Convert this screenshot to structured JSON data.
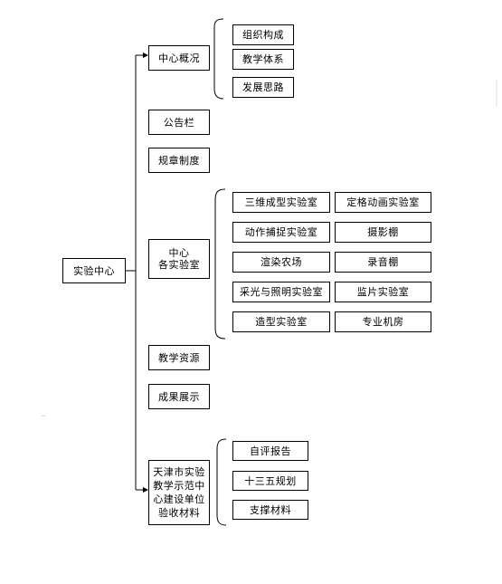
{
  "root": {
    "label": "实验中心"
  },
  "branches": {
    "overview": "中心概况",
    "bulletin": "公告栏",
    "rules": "规章制度",
    "labs": "中心\n各实验室",
    "resources": "教学资源",
    "achievements": "成果展示",
    "acceptance": "天津市实验教学示范中心建设单位验收材料"
  },
  "overview_children": [
    "组织构成",
    "教学体系",
    "发展思路"
  ],
  "labs_children": [
    "三维成型实验室",
    "定格动画实验室",
    "动作捕捉实验室",
    "摄影棚",
    "渲染农场",
    "录音棚",
    "采光与照明实验室",
    "监片实验室",
    "造型实验室",
    "专业机房"
  ],
  "acceptance_children": [
    "自评报告",
    "十三五规划",
    "支撑材料"
  ]
}
